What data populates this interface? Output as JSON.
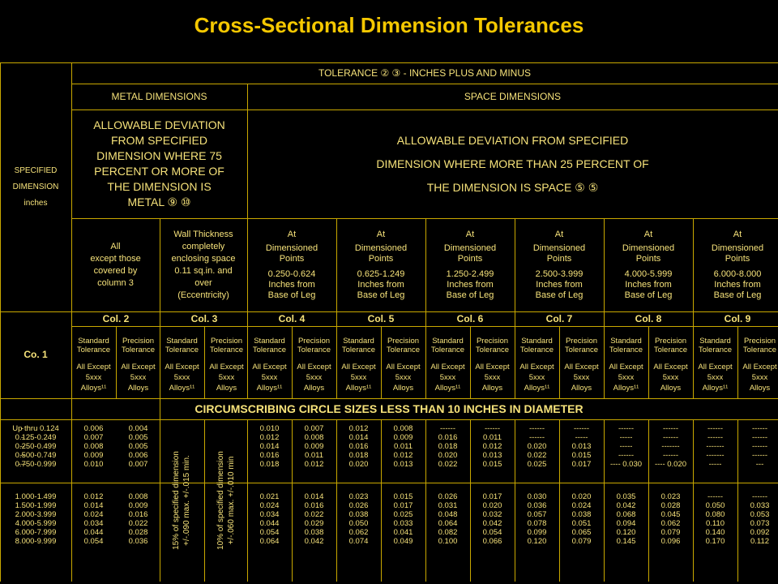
{
  "title": "Cross-Sectional Dimension Tolerances",
  "colors": {
    "background": "#000000",
    "title": "#f5c800",
    "text": "#f6e27a",
    "grid": "#c9a800"
  },
  "header": {
    "specified_dimension": [
      "SPECIFIED",
      "DIMENSION",
      "inches"
    ],
    "tolerance": "TOLERANCE ② ③ - INCHES PLUS AND MINUS",
    "metal_dimensions": "METAL DIMENSIONS",
    "space_dimensions": "SPACE DIMENSIONS",
    "metal_deviation": [
      "ALLOWABLE DEVIATION",
      "FROM SPECIFIED",
      "DIMENSION WHERE 75",
      "PERCENT OR MORE OF",
      "THE DIMENSION IS",
      "METAL ⑨ ⑩"
    ],
    "space_deviation": [
      "ALLOWABLE DEVIATION FROM SPECIFIED",
      "DIMENSION WHERE MORE THAN 25 PERCENT OF",
      "THE DIMENSION IS SPACE ⑤ ⑤"
    ],
    "col2_desc": [
      "All",
      "except those",
      "covered by",
      "column 3"
    ],
    "col3_desc": [
      "Wall Thickness",
      "completely",
      "enclosing space",
      "0.11 sq.in. and",
      "over",
      "(Eccentricity)"
    ],
    "at_columns": [
      {
        "at": "At",
        "dp": [
          "Dimensioned",
          "Points"
        ],
        "range": [
          "0.250-0.624",
          "Inches from",
          "Base of Leg"
        ]
      },
      {
        "at": "At",
        "dp": [
          "Dimensioned",
          "Points"
        ],
        "range": [
          "0.625-1.249",
          "Inches from",
          "Base of Leg"
        ]
      },
      {
        "at": "At",
        "dp": [
          "Dimensioned",
          "Points"
        ],
        "range": [
          "1.250-2.499",
          "Inches from",
          "Base of Leg"
        ]
      },
      {
        "at": "At",
        "dp": [
          "Dimensioned",
          "Points"
        ],
        "range": [
          "2.500-3.999",
          "Inches from",
          "Base of Leg"
        ]
      },
      {
        "at": "At",
        "dp": [
          "Dimensioned",
          "Points"
        ],
        "range": [
          "4.000-5.999",
          "Inches from",
          "Base of Leg"
        ]
      },
      {
        "at": "At",
        "dp": [
          "Dimensioned",
          "Points"
        ],
        "range": [
          "6.000-8.000",
          "Inches from",
          "Base of Leg"
        ]
      }
    ],
    "col1_label": "Co. 1",
    "col_labels": [
      "Col. 2",
      "Col. 3",
      "Col. 4",
      "Col. 5",
      "Col. 6",
      "Col. 7",
      "Col. 8",
      "Col. 9"
    ],
    "standard": {
      "tol": [
        "Standard",
        "Tolerance"
      ],
      "alloys": [
        "All Except",
        "5xxx",
        "Alloys¹¹"
      ]
    },
    "precision": {
      "tol": [
        "Precision",
        "Tolerance"
      ],
      "alloys": [
        "All Except",
        "5xxx",
        "Alloys"
      ]
    }
  },
  "section_title": "CIRCUMSCRIBING CIRCLE SIZES LESS THAN 10 INCHES IN DIAMETER",
  "rows_a": {
    "dimensions": [
      "Up thru 0.124",
      "0.125-0.249",
      "0.250-0.499",
      "0.500-0.749",
      "0.750-0.999"
    ],
    "columns": [
      [
        "0.006",
        "0.007",
        "0.008",
        "0.009",
        "0.010"
      ],
      [
        "0.004",
        "0.005",
        "0.005",
        "0.006",
        "0.007"
      ],
      [
        "0.010",
        "0.012",
        "0.014",
        "0.016",
        "0.018"
      ],
      [
        "0.007",
        "0.008",
        "0.009",
        "0.011",
        "0.012"
      ],
      [
        "0.012",
        "0.014",
        "0.016",
        "0.018",
        "0.020"
      ],
      [
        "0.008",
        "0.009",
        "0.011",
        "0.012",
        "0.013"
      ],
      [
        "------",
        "0.016",
        "0.018",
        "0.020",
        "0.022"
      ],
      [
        "------",
        "0.011",
        "0.012",
        "0.013",
        "0.015"
      ],
      [
        "------",
        "------",
        "0.020",
        "0.022",
        "0.025"
      ],
      [
        "------",
        "-----",
        "0.013",
        "0.015",
        "0.017"
      ],
      [
        "------",
        "-----",
        "-----",
        "------",
        "---- 0.030"
      ],
      [
        "------",
        "------",
        "-------",
        "------",
        "---- 0.020"
      ],
      [
        "------",
        "------",
        "-------",
        "-------",
        "-----"
      ],
      [
        "------",
        "------",
        "------",
        "------",
        "---"
      ],
      [
        "-",
        "-",
        "--",
        "--",
        "---"
      ]
    ]
  },
  "rows_b": {
    "dimensions": [
      "1.000-1.499",
      "1.500-1.999",
      "2.000-3.999",
      "4.000-5.999",
      "6.000-7.999",
      "8.000-9.999"
    ],
    "columns": [
      [
        "0.012",
        "0.014",
        "0.024",
        "0.034",
        "0.044",
        "0.054"
      ],
      [
        "0.008",
        "0.009",
        "0.016",
        "0.022",
        "0.028",
        "0.036"
      ],
      [
        "0.021",
        "0.024",
        "0.034",
        "0.044",
        "0.054",
        "0.064"
      ],
      [
        "0.014",
        "0.016",
        "0.022",
        "0.029",
        "0.038",
        "0.042"
      ],
      [
        "0.023",
        "0.026",
        "0.038",
        "0.050",
        "0.062",
        "0.074"
      ],
      [
        "0.015",
        "0.017",
        "0.025",
        "0.033",
        "0.041",
        "0.049"
      ],
      [
        "0.026",
        "0.031",
        "0.048",
        "0.064",
        "0.082",
        "0.100"
      ],
      [
        "0.017",
        "0.020",
        "0.032",
        "0.042",
        "0.054",
        "0.066"
      ],
      [
        "0.030",
        "0.036",
        "0.057",
        "0.078",
        "0.099",
        "0.120"
      ],
      [
        "0.020",
        "0.024",
        "0.038",
        "0.051",
        "0.065",
        "0.079"
      ],
      [
        "0.035",
        "0.042",
        "0.068",
        "0.094",
        "0.120",
        "0.145"
      ],
      [
        "0.023",
        "0.028",
        "0.045",
        "0.062",
        "0.079",
        "0.096"
      ],
      [
        "------",
        "0.050",
        "0.080",
        "0.110",
        "0.140",
        "0.170"
      ],
      [
        "------",
        "0.033",
        "0.053",
        "0.073",
        "0.092",
        "0.112"
      ]
    ]
  },
  "col3_rotated": [
    "15% of specified dimension",
    "+/-.090 max. +/-.015 min."
  ],
  "col4_rotated": [
    "10% of specified dimension",
    "+/-.060 max. +/-.010 min"
  ]
}
